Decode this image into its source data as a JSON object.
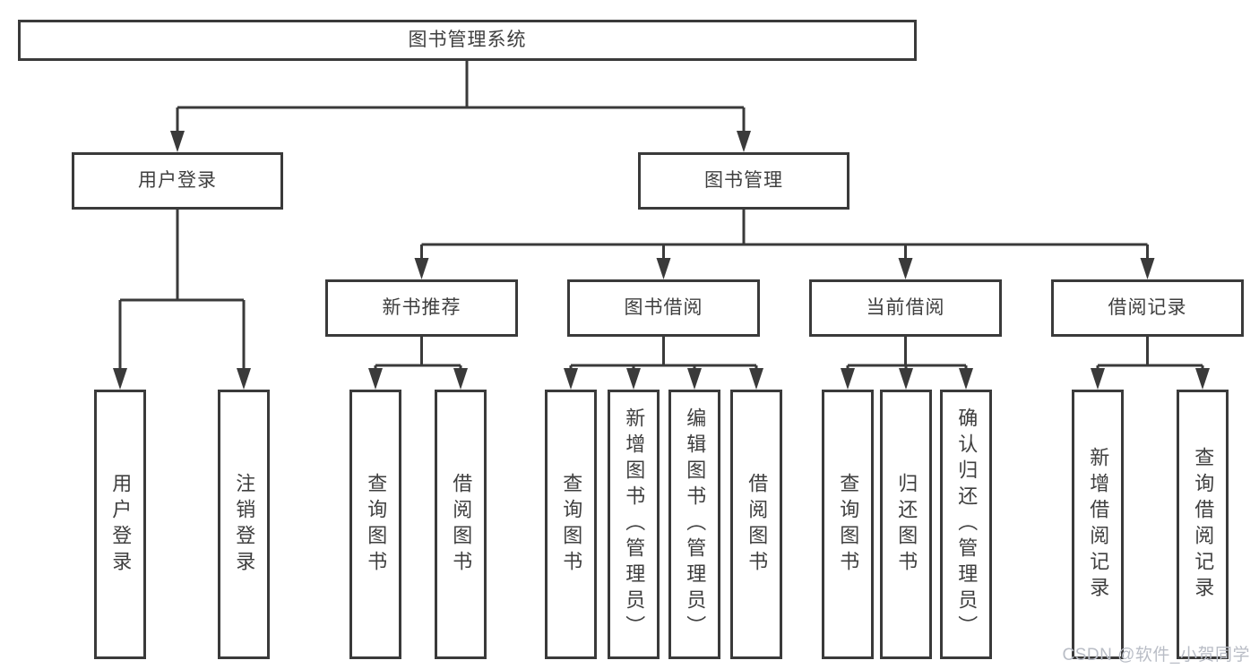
{
  "diagram": {
    "title": "图书管理系统",
    "level2": [
      {
        "label": "用户登录"
      },
      {
        "label": "图书管理"
      }
    ],
    "level3": [
      {
        "label": "新书推荐",
        "parent": "图书管理"
      },
      {
        "label": "图书借阅",
        "parent": "图书管理"
      },
      {
        "label": "当前借阅",
        "parent": "图书管理"
      },
      {
        "label": "借阅记录",
        "parent": "图书管理"
      }
    ],
    "leaves": [
      {
        "label": "用户登录",
        "parent": "用户登录"
      },
      {
        "label": "注销登录",
        "parent": "用户登录"
      },
      {
        "label": "查询图书",
        "parent": "新书推荐"
      },
      {
        "label": "借阅图书",
        "parent": "新书推荐"
      },
      {
        "label": "查询图书",
        "parent": "图书借阅"
      },
      {
        "label": "新增图书（管理员）",
        "parent": "图书借阅"
      },
      {
        "label": "编辑图书（管理员）",
        "parent": "图书借阅"
      },
      {
        "label": "借阅图书",
        "parent": "图书借阅"
      },
      {
        "label": "查询图书",
        "parent": "当前借阅"
      },
      {
        "label": "归还图书",
        "parent": "当前借阅"
      },
      {
        "label": "确认归还（管理员）",
        "parent": "当前借阅"
      },
      {
        "label": "新增借阅记录",
        "parent": "借阅记录"
      },
      {
        "label": "查询借阅记录",
        "parent": "借阅记录"
      }
    ],
    "watermark": "CSDN @软件_小贺同学",
    "colors": {
      "line": "#3a3a3a",
      "text": "#3f3f3f",
      "box_background": "#ffffff",
      "watermark": "#b9bdc6"
    }
  }
}
